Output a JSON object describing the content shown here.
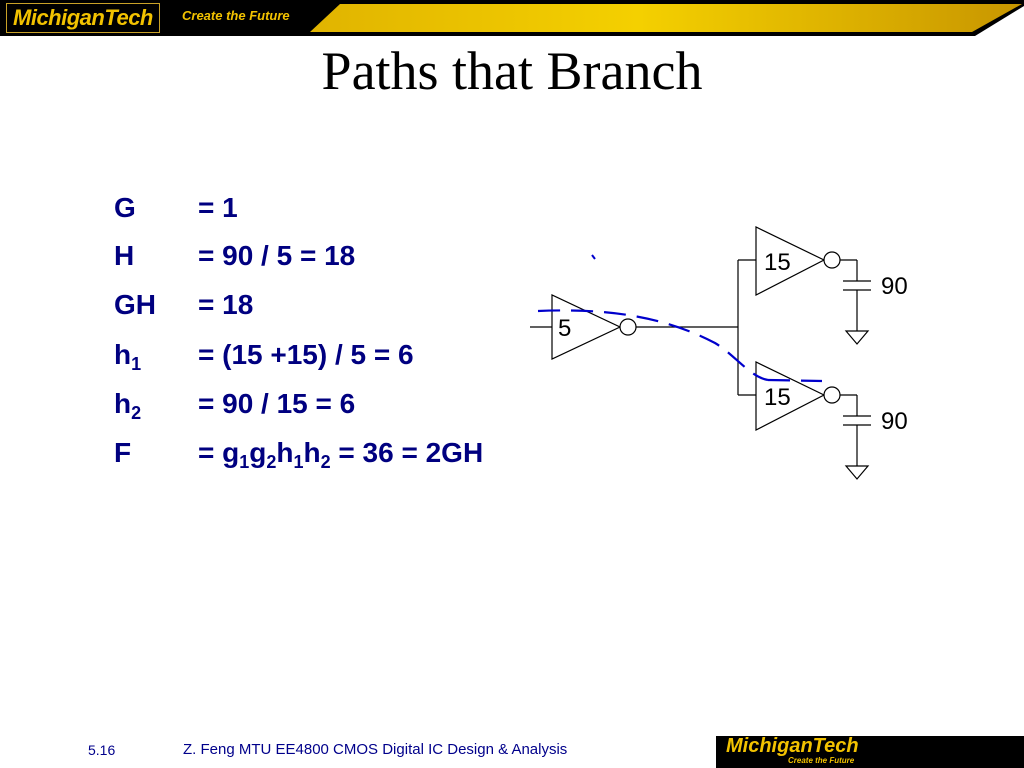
{
  "header": {
    "logo": "MichiganTech",
    "tagline": "Create the Future",
    "colors": {
      "gold": "#f2c200",
      "black": "#000000"
    }
  },
  "title": "Paths that Branch",
  "equations": [
    {
      "name": "G",
      "value": "= 1"
    },
    {
      "name": "H",
      "value": "= 90 / 5 = 18"
    },
    {
      "name": "GH",
      "value": "= 18"
    },
    {
      "name": "h",
      "name_sub": "1",
      "value": "= (15 +15) / 5 = 6"
    },
    {
      "name": "h",
      "name_sub": "2",
      "value": "= 90 / 15 = 6"
    },
    {
      "name": "F",
      "value_parts": [
        {
          "t": "= g"
        },
        {
          "s": "1"
        },
        {
          "t": "g"
        },
        {
          "s": "2"
        },
        {
          "t": "h"
        },
        {
          "s": "1"
        },
        {
          "t": "h"
        },
        {
          "s": "2"
        },
        {
          "t": " = 36 = 2GH"
        }
      ]
    }
  ],
  "circuit": {
    "input_inverter": "5",
    "upper_inverter": "15",
    "lower_inverter": "15",
    "upper_load": "90",
    "lower_load": "90",
    "path_color": "#0000cc"
  },
  "footer": {
    "page": "5.16",
    "text": "Z. Feng  MTU EE4800 CMOS Digital IC Design & Analysis",
    "logo": "MichiganTech",
    "logo_tagline": "Create the Future"
  }
}
